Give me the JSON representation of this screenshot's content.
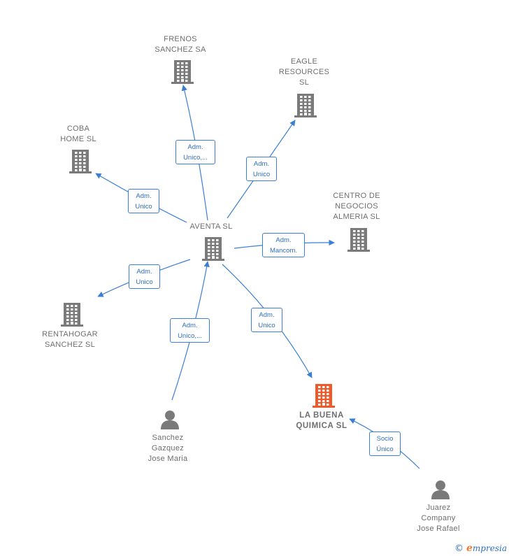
{
  "colors": {
    "company": "#7a7a7a",
    "focus_company": "#f05a28",
    "person": "#7a7a7a",
    "edge": "#3b7fd4"
  },
  "nodes": {
    "frenos": {
      "label": "FRENOS\nSANCHEZ SA",
      "type": "company"
    },
    "eagle": {
      "label": "EAGLE\nRESOURCES\nSL",
      "type": "company"
    },
    "coba": {
      "label": "COBA\nHOME SL",
      "type": "company"
    },
    "centro": {
      "label": "CENTRO DE\nNEGOCIOS\nALMERIA SL",
      "type": "company"
    },
    "aventa": {
      "label": "AVENTA SL",
      "type": "company"
    },
    "rentahogar": {
      "label": "RENTAHOGAR\nSANCHEZ SL",
      "type": "company"
    },
    "labuena": {
      "label": "LA BUENA\nQUIMICA  SL",
      "type": "focus_company"
    },
    "sanchez": {
      "label": "Sanchez\nGazquez\nJose Maria",
      "type": "person"
    },
    "juarez": {
      "label": "Juarez\nCompany\nJose Rafael",
      "type": "person"
    }
  },
  "edges": {
    "aventa_frenos": {
      "label": "Adm.\nUnico,..."
    },
    "aventa_eagle": {
      "label": "Adm.\nUnico"
    },
    "aventa_coba": {
      "label": "Adm.\nUnico"
    },
    "aventa_centro": {
      "label": "Adm.\nMancom."
    },
    "aventa_rentahogar": {
      "label": "Adm.\nUnico"
    },
    "aventa_labuena": {
      "label": "Adm.\nUnico"
    },
    "sanchez_aventa": {
      "label": "Adm.\nUnico,..."
    },
    "juarez_labuena": {
      "label": "Socio\nÚnico"
    }
  },
  "brand": {
    "copyright": "©",
    "initial": "e",
    "name": "mpresia"
  }
}
